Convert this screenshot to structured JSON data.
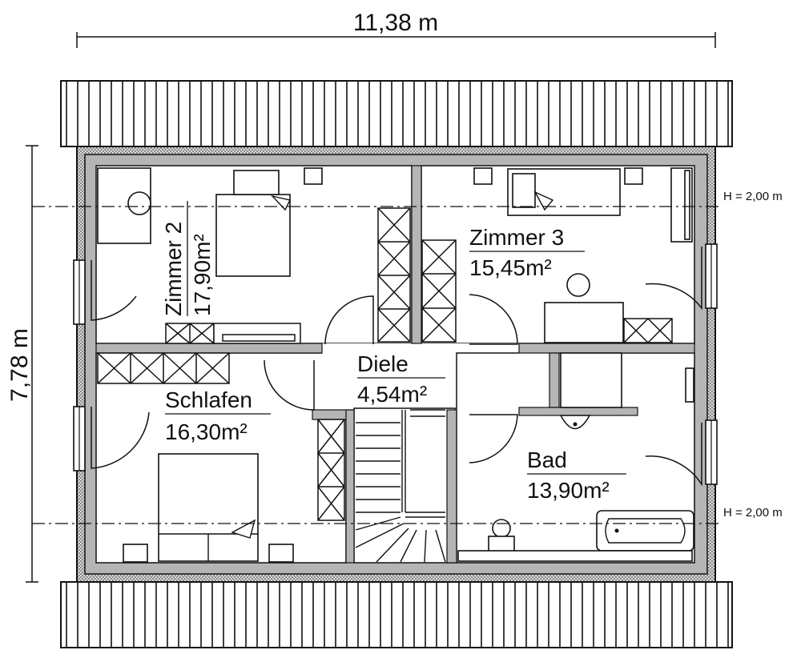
{
  "dimensions": {
    "width": "11,38 m",
    "depth": "7,78 m"
  },
  "height_marks": [
    {
      "label": "H = 2,00 m"
    },
    {
      "label": "H = 2,00 m"
    }
  ],
  "rooms": {
    "zimmer2": {
      "name": "Zimmer 2",
      "area": "17,90m²"
    },
    "zimmer3": {
      "name": "Zimmer 3",
      "area": "15,45m²"
    },
    "diele": {
      "name": "Diele",
      "area": "4,54m²"
    },
    "schlafen": {
      "name": "Schlafen",
      "area": "16,30m²"
    },
    "bad": {
      "name": "Bad",
      "area": "13,90m²"
    }
  },
  "colors": {
    "wall": "#b5b5b5",
    "line": "#111111",
    "background": "#ffffff"
  }
}
